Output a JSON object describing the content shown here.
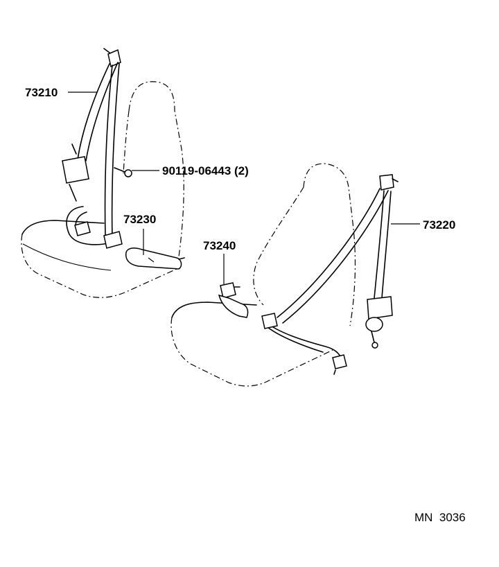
{
  "parts": {
    "left_belt": "73210",
    "bolt": "90119-06443 (2)",
    "left_buckle": "73230",
    "right_buckle": "73240",
    "right_belt": "73220"
  },
  "footer": {
    "drawing_code": "MN  3036"
  }
}
